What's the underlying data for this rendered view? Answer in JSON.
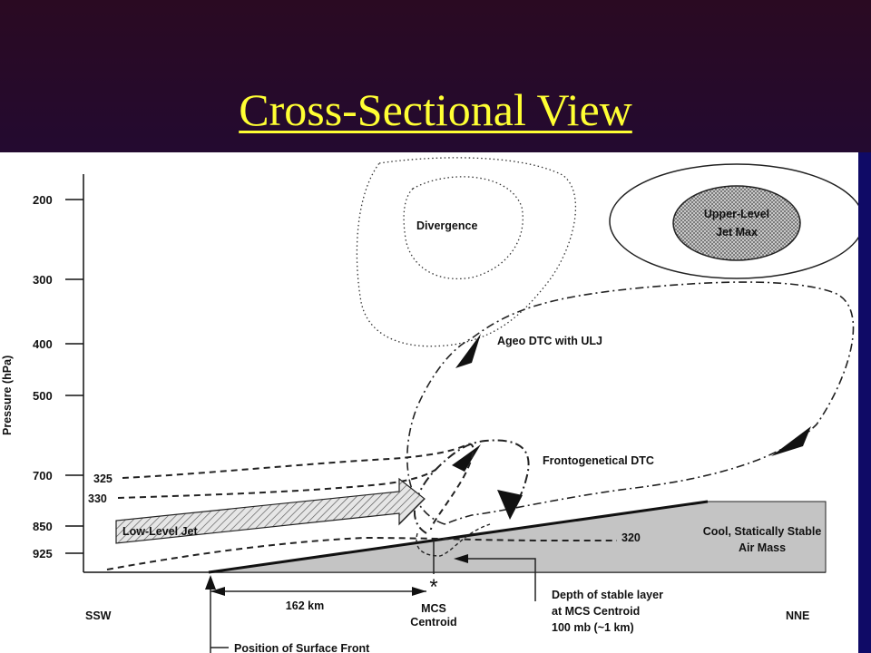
{
  "slide": {
    "title": "Cross-Sectional View"
  },
  "diagram": {
    "y_axis_label": "Pressure (hPa)",
    "pressure_ticks": [
      "200",
      "300",
      "400",
      "500",
      "700",
      "850",
      "925"
    ],
    "labels": {
      "divergence": "Divergence",
      "upper_jet_line1": "Upper-Level",
      "upper_jet_line2": "Jet Max",
      "ageo_dtc": "Ageo DTC with ULJ",
      "frontogenetical_dtc": "Frontogenetical DTC",
      "low_level_jet": "Low-Level Jet",
      "cool_air_line1": "Cool, Statically Stable",
      "cool_air_line2": "Air Mass",
      "isentrope_325": "325",
      "isentrope_330": "330",
      "isentrope_320": "320",
      "distance": "162 km",
      "mcs_line1": "MCS",
      "mcs_line2": "Centroid",
      "depth_line1": "Depth of stable layer",
      "depth_line2": "at MCS Centroid",
      "depth_line3": "100 mb (~1 km)",
      "ssw": "SSW",
      "nne": "NNE",
      "surface_front": "Position of Surface Front"
    }
  }
}
